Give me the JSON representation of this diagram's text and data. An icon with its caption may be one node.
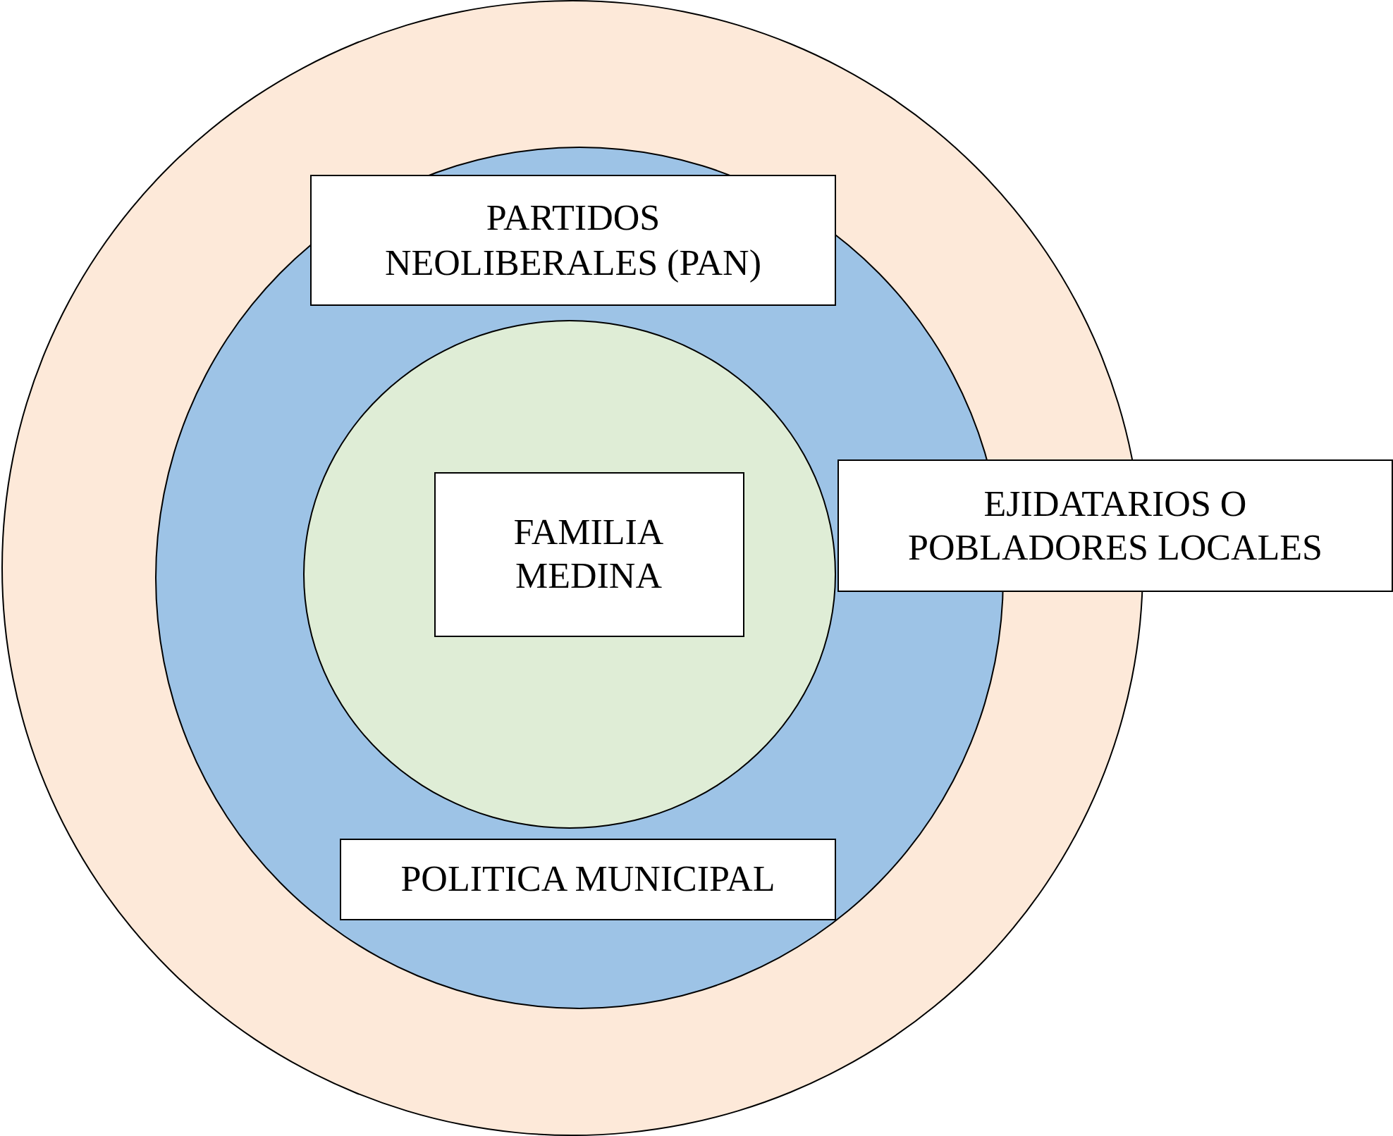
{
  "diagram": {
    "nodes": [
      {
        "text": [],
        "shape": "circle"
      },
      {
        "text": [],
        "shape": "circle",
        "in": 0
      },
      {
        "text": [
          "PARTIDOS NEOLIBERALES (PAN)"
        ],
        "in": 1
      },
      {
        "text": [],
        "shape": "circle",
        "in": 1
      },
      {
        "text": [
          "FAMILIA MEDINA"
        ],
        "in": 3
      },
      {
        "text": [
          "EJIDATARIOS O POBLADORES LOCALES"
        ]
      },
      {
        "text": [
          "POLITICA MUNICIPAL"
        ],
        "in": 1
      }
    ]
  }
}
